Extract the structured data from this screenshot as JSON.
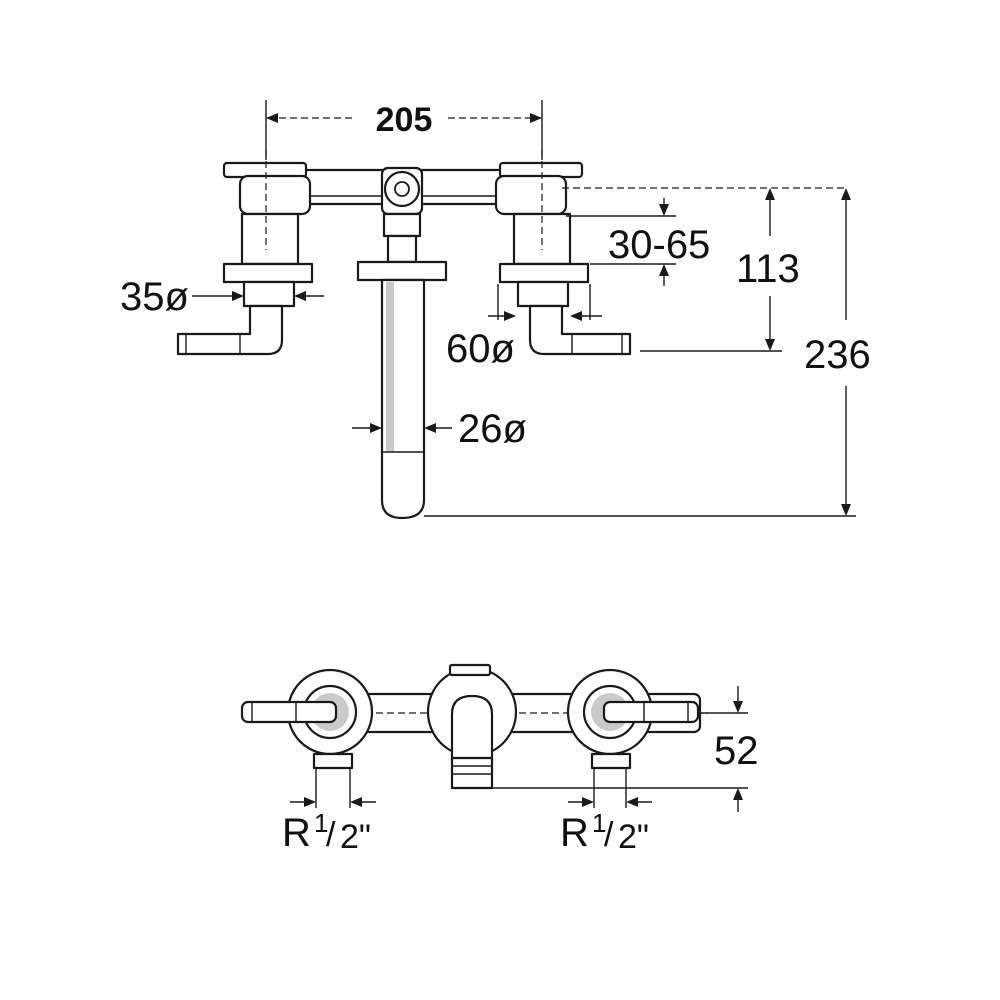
{
  "dimensions": {
    "overall_width": "205",
    "handle_diameter": "35ø",
    "flange_diameter": "60ø",
    "spout_diameter": "26ø",
    "wall_adjustment": "30-65",
    "spindle_height": "113",
    "total_height": "236",
    "depth": "52"
  },
  "connections": {
    "left_thread": "R",
    "left_fraction_num": "1",
    "left_fraction_den": "2\"",
    "right_thread": "R",
    "right_fraction_num": "1",
    "right_fraction_den": "2\""
  },
  "colors": {
    "line": "#1a1a1a",
    "shade": "#c9c9c9",
    "background": "#ffffff"
  }
}
